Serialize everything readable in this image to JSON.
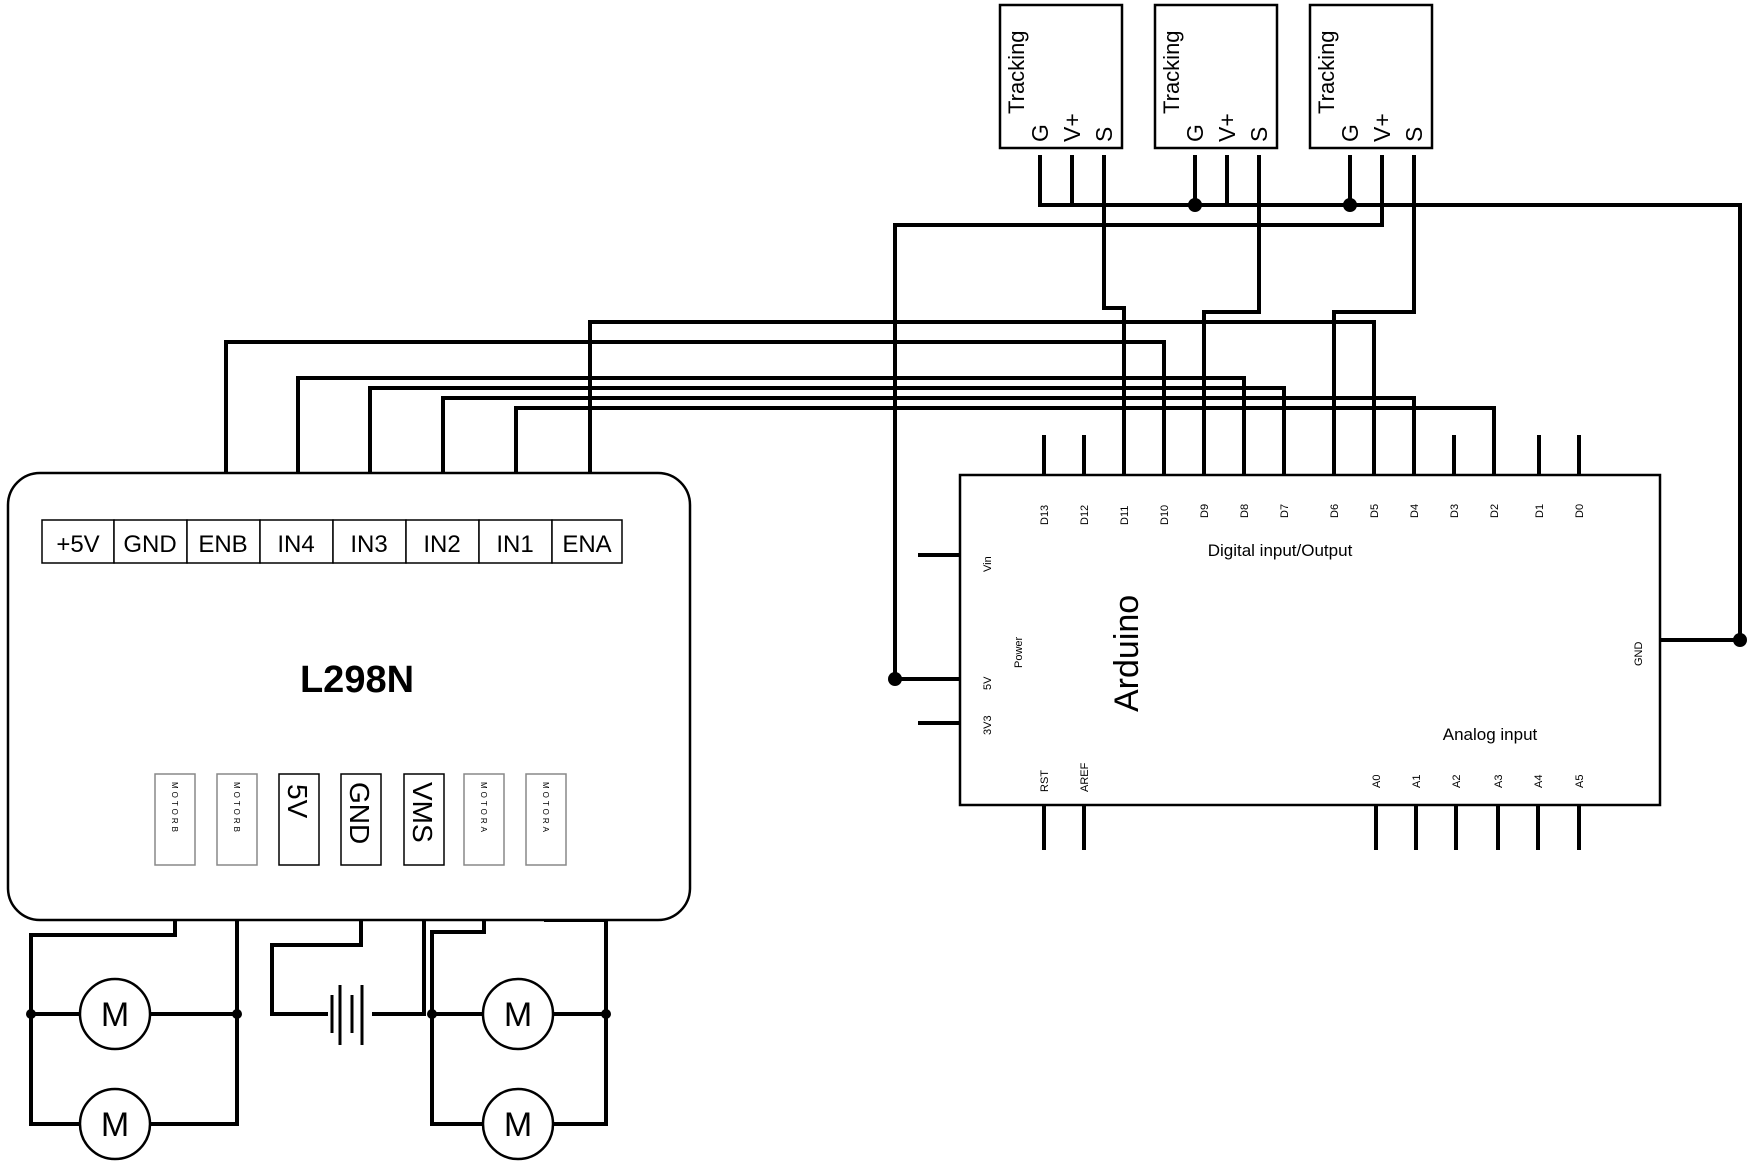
{
  "l298n": {
    "title": "L298N",
    "top_pins": [
      "+5V",
      "GND",
      "ENB",
      "IN4",
      "IN3",
      "IN2",
      "IN1",
      "ENA"
    ],
    "bottom_pins": [
      "MOTORB",
      "MOTORB",
      "5V",
      "GND",
      "VMS",
      "MOTORA",
      "MOTORA"
    ]
  },
  "arduino": {
    "title": "Arduino",
    "digital_label": "Digital input/Output",
    "analog_label": "Analog input",
    "power_label": "Power",
    "digital_pins": [
      "D13",
      "D12",
      "D11",
      "D10",
      "D9",
      "D8",
      "D7",
      "D6",
      "D5",
      "D4",
      "D3",
      "D2",
      "D1",
      "D0"
    ],
    "analog_pins": [
      "A0",
      "A1",
      "A2",
      "A3",
      "A4",
      "A5"
    ],
    "left_pins": [
      "Vin",
      "5V",
      "3V3"
    ],
    "bottom_left_pins": [
      "RST",
      "AREF"
    ],
    "gnd_label": "GND"
  },
  "tracking_sensors": [
    {
      "label": "Tracking",
      "pins": [
        "G",
        "V+",
        "S"
      ]
    },
    {
      "label": "Tracking",
      "pins": [
        "G",
        "V+",
        "S"
      ]
    },
    {
      "label": "Tracking",
      "pins": [
        "G",
        "V+",
        "S"
      ]
    }
  ],
  "motors": [
    "M",
    "M",
    "M",
    "M"
  ]
}
